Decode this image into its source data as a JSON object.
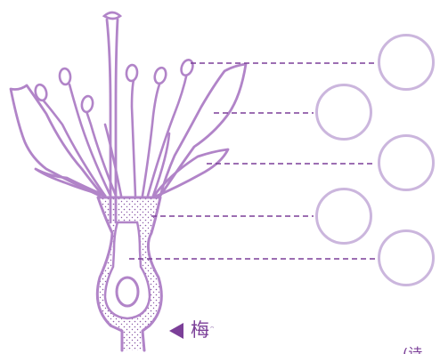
{
  "caption": {
    "text": "梅",
    "arrow_icon": "triangle-left-icon",
    "suffix_mark": "ᵔ"
  },
  "label_slots": [
    {
      "id": 1,
      "value": ""
    },
    {
      "id": 2,
      "value": ""
    },
    {
      "id": 3,
      "value": ""
    },
    {
      "id": 4,
      "value": ""
    },
    {
      "id": 5,
      "value": ""
    }
  ],
  "corner_note": "(诗",
  "colors": {
    "outline": "#b184c8",
    "leader_line": "#7b3f98",
    "circle": "#cbb6dd",
    "stipple": "#8a5aa6",
    "text": "#7b3f98"
  }
}
